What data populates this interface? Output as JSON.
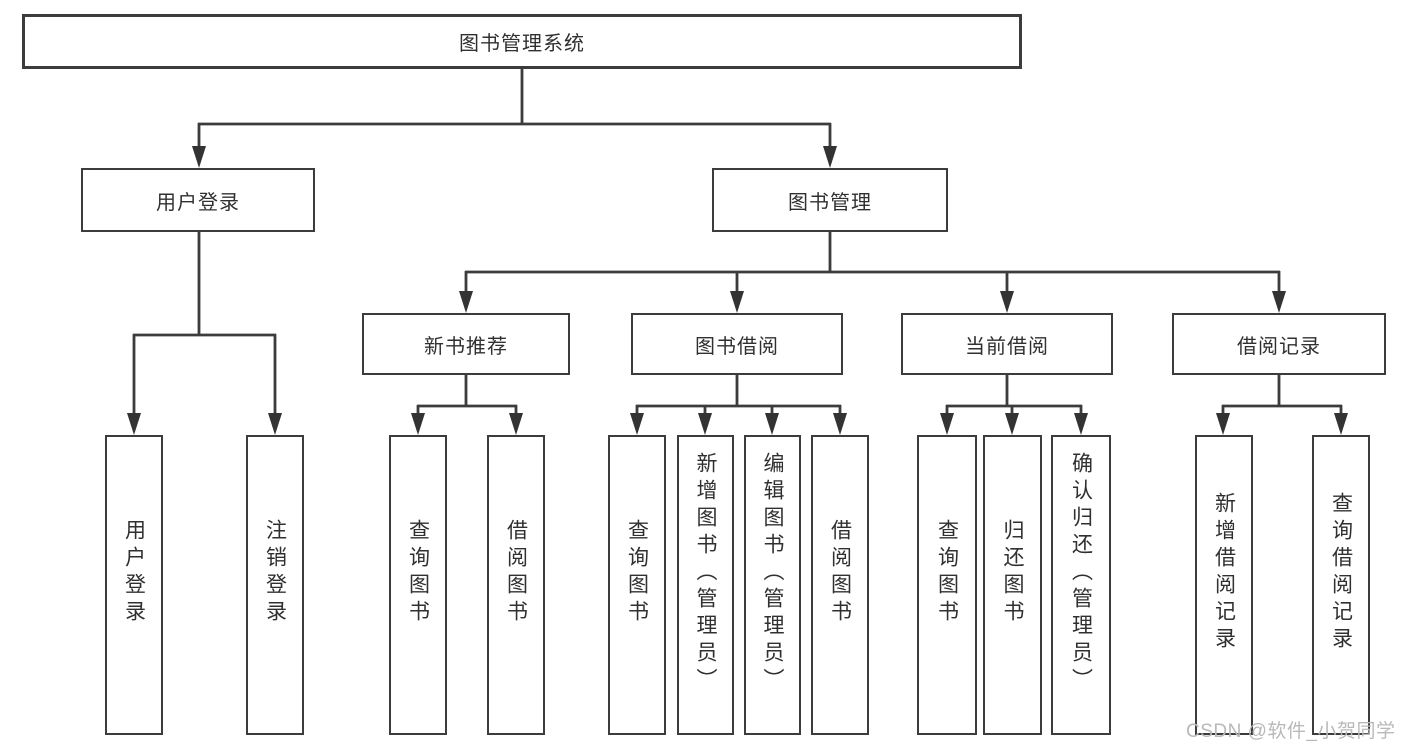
{
  "colors": {
    "background": "#ffffff",
    "line": "#3c3c3c",
    "text": "#303030",
    "watermark": "#b9b9b9"
  },
  "tree": {
    "root": {
      "label": "图书管理系统",
      "children": [
        {
          "label": "用户登录",
          "children": [
            {
              "label": "用户登录"
            },
            {
              "label": "注销登录"
            }
          ]
        },
        {
          "label": "图书管理",
          "children": [
            {
              "label": "新书推荐",
              "children": [
                {
                  "label": "查询图书"
                },
                {
                  "label": "借阅图书"
                }
              ]
            },
            {
              "label": "图书借阅",
              "children": [
                {
                  "label": "查询图书"
                },
                {
                  "label": "新增图书（管理员）"
                },
                {
                  "label": "编辑图书（管理员）"
                },
                {
                  "label": "借阅图书"
                }
              ]
            },
            {
              "label": "当前借阅",
              "children": [
                {
                  "label": "查询图书"
                },
                {
                  "label": "归还图书"
                },
                {
                  "label": "确认归还（管理员）"
                }
              ]
            },
            {
              "label": "借阅记录",
              "children": [
                {
                  "label": "新增借阅记录"
                },
                {
                  "label": "查询借阅记录"
                }
              ]
            }
          ]
        }
      ]
    }
  },
  "watermark": {
    "text": "CSDN @软件_小贺同学"
  }
}
